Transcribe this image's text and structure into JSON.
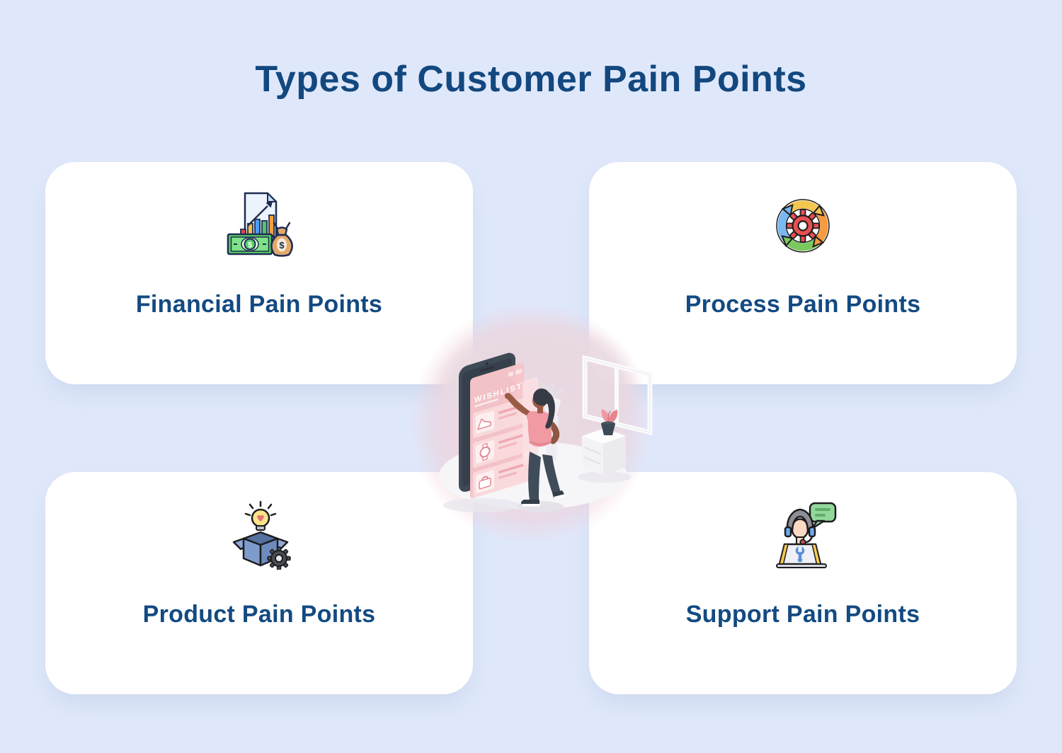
{
  "page": {
    "title": "Types of Customer Pain Points"
  },
  "cards": [
    {
      "label": "Financial Pain Points",
      "icon": "financial-chart-money-bag-icon"
    },
    {
      "label": "Process Pain Points",
      "icon": "process-cycle-arrows-gear-icon"
    },
    {
      "label": "Product Pain Points",
      "icon": "product-open-box-lightbulb-gear-icon"
    },
    {
      "label": "Support Pain Points",
      "icon": "support-agent-headset-laptop-icon"
    }
  ],
  "illustration": {
    "description": "woman picking items on a giant phone wishlist screen",
    "wishlist_label": "WISHLIST"
  },
  "colors": {
    "background": "#dfe8fa",
    "card": "#ffffff",
    "heading": "#12487f",
    "card_label": "#134a82",
    "glow_pink": "#f2d3da",
    "phone_body": "#3e4a56",
    "phone_screen_pink": "#f6c5ca"
  }
}
